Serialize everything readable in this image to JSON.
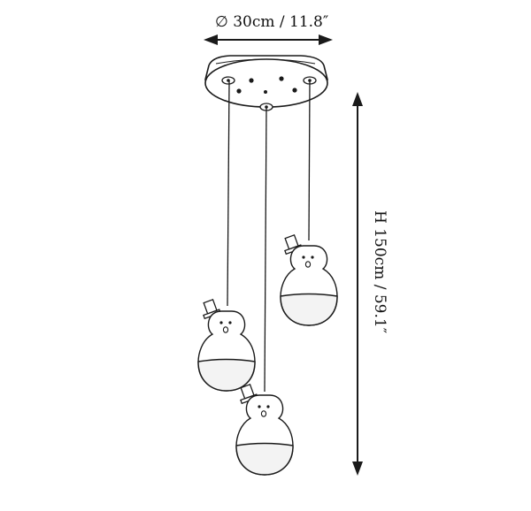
{
  "dimensions": {
    "diameter_label": "∅ 30cm / 11.8″",
    "height_label": "H 150cm / 59.1″"
  },
  "colors": {
    "line": "#1a1a1a",
    "fill": "#ffffff",
    "shade": "#f3f3f3"
  },
  "pendants": [
    {
      "name": "left-pendant"
    },
    {
      "name": "right-pendant"
    },
    {
      "name": "center-pendant"
    }
  ]
}
